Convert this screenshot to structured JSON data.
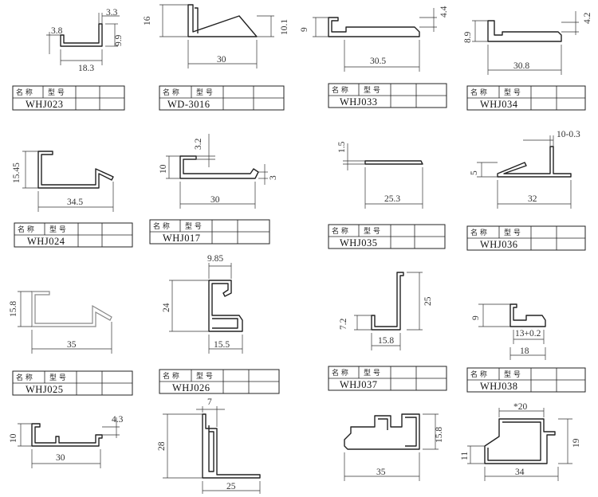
{
  "table_header": {
    "name_label": "名 称",
    "model_label": "型 号"
  },
  "profiles": [
    {
      "code": "WHJ023",
      "dims": [
        "3.3",
        "3.8",
        "9.9",
        "18.3"
      ]
    },
    {
      "code": "WD-3016",
      "dims": [
        "16",
        "10.1",
        "30"
      ]
    },
    {
      "code": "WHJ033",
      "dims": [
        "4.4",
        "9",
        "30.5"
      ]
    },
    {
      "code": "WHJ034",
      "dims": [
        "4.2",
        "8.9",
        "30.8"
      ]
    },
    {
      "code": "WHJ024",
      "dims": [
        "15.45",
        "34.5"
      ]
    },
    {
      "code": "WHJ017",
      "dims": [
        "3.2",
        "10",
        "3",
        "30"
      ]
    },
    {
      "code": "WHJ035",
      "dims": [
        "1.5",
        "25.3"
      ]
    },
    {
      "code": "WHJ036",
      "dims": [
        "10-0.3",
        "5",
        "32"
      ]
    },
    {
      "code": "WHJ025",
      "dims": [
        "15.8",
        "35"
      ]
    },
    {
      "code": "WHJ026",
      "dims": [
        "9.85",
        "24",
        "15.5"
      ]
    },
    {
      "code": "WHJ037",
      "dims": [
        "25",
        "7.2",
        "15.8"
      ]
    },
    {
      "code": "WHJ038",
      "dims": [
        "9",
        "13+0.2",
        "18"
      ]
    },
    {
      "code": "",
      "dims": [
        "4.3",
        "10",
        "30"
      ]
    },
    {
      "code": "",
      "dims": [
        "7",
        "28",
        "25"
      ]
    },
    {
      "code": "",
      "dims": [
        "15.8",
        "35"
      ]
    },
    {
      "code": "",
      "dims": [
        "*20",
        "11",
        "19",
        "34"
      ]
    }
  ]
}
